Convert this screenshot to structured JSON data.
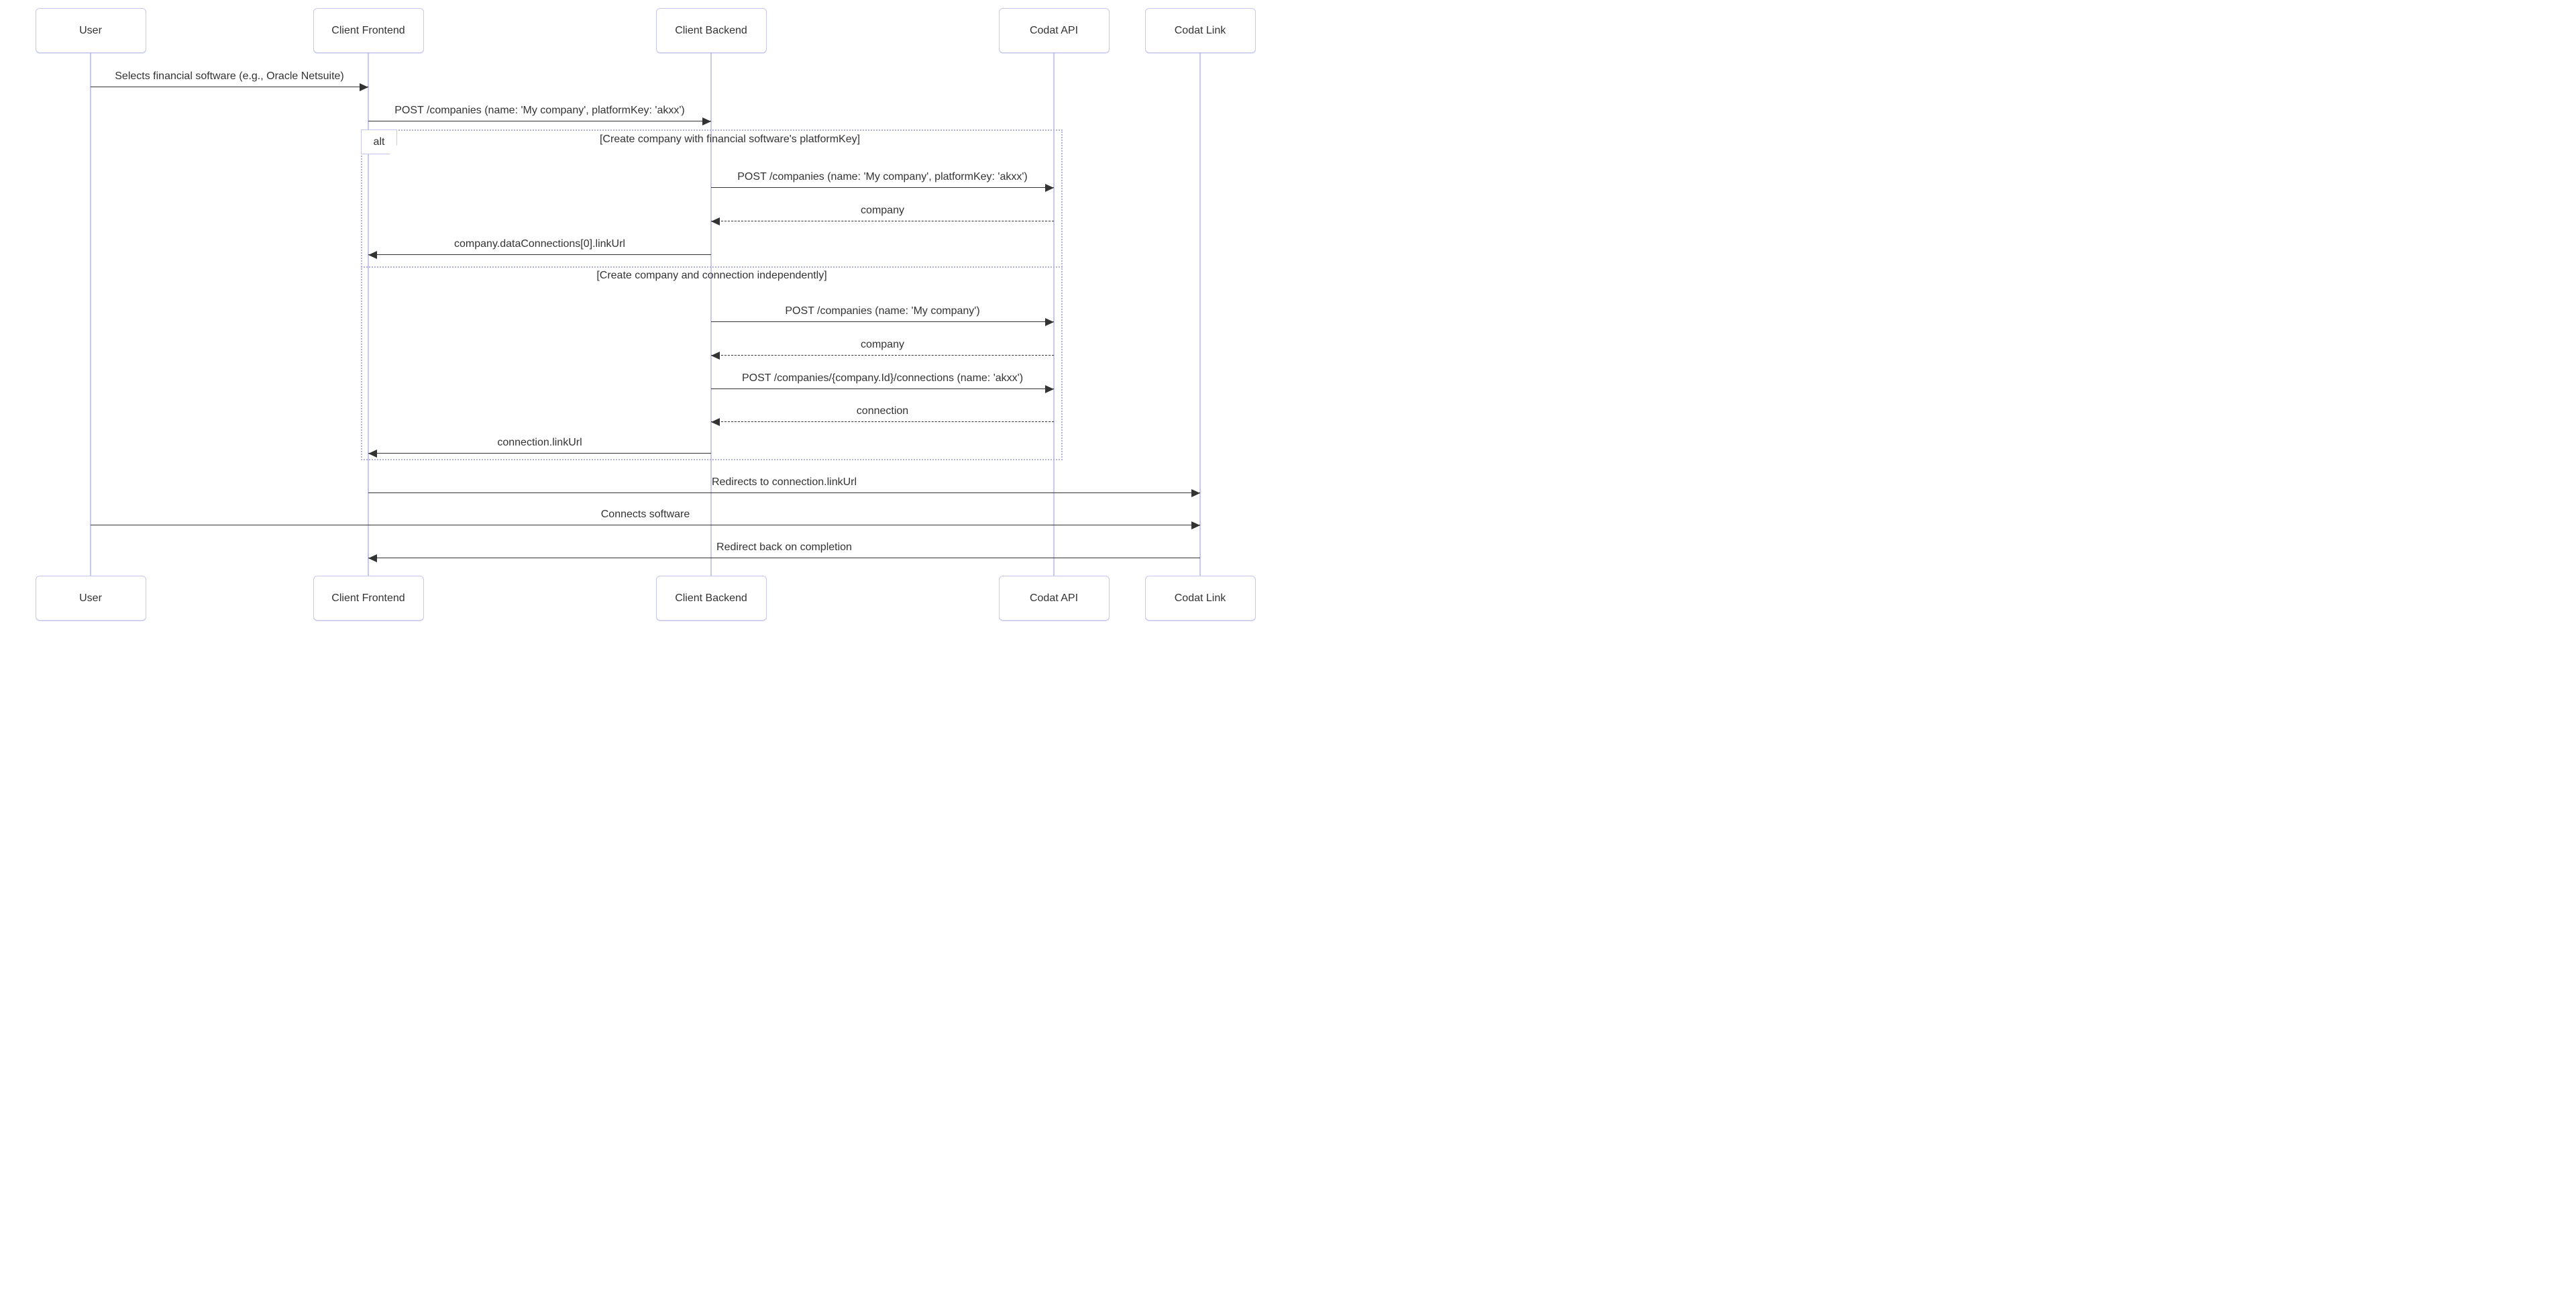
{
  "diagram": {
    "type": "sequence-diagram",
    "actors": [
      {
        "label": "User"
      },
      {
        "label": "Client Frontend"
      },
      {
        "label": "Client Backend"
      },
      {
        "label": "Codat API"
      },
      {
        "label": "Codat Link"
      }
    ],
    "messages": [
      {
        "from": "User",
        "to": "Client Frontend",
        "text": "Selects financial software (e.g., Oracle Netsuite)",
        "line": "solid"
      },
      {
        "from": "Client Frontend",
        "to": "Client Backend",
        "text": "POST /companies (name: 'My company', platformKey: 'akxx')",
        "line": "solid"
      },
      {
        "from": "Client Backend",
        "to": "Codat API",
        "text": "POST /companies (name: 'My company', platformKey: 'akxx')",
        "line": "solid"
      },
      {
        "from": "Codat API",
        "to": "Client Backend",
        "text": "company",
        "line": "dashed"
      },
      {
        "from": "Client Backend",
        "to": "Client Frontend",
        "text": "company.dataConnections[0].linkUrl",
        "line": "solid"
      },
      {
        "from": "Client Backend",
        "to": "Codat API",
        "text": "POST /companies (name: 'My company')",
        "line": "solid"
      },
      {
        "from": "Codat API",
        "to": "Client Backend",
        "text": "company",
        "line": "dashed"
      },
      {
        "from": "Client Backend",
        "to": "Codat API",
        "text": "POST /companies/{company.Id}/connections (name: 'akxx')",
        "line": "solid"
      },
      {
        "from": "Codat API",
        "to": "Client Backend",
        "text": "connection",
        "line": "dashed"
      },
      {
        "from": "Client Backend",
        "to": "Client Frontend",
        "text": "connection.linkUrl",
        "line": "solid"
      },
      {
        "from": "Client Frontend",
        "to": "Codat Link",
        "text": "Redirects to connection.linkUrl",
        "line": "solid"
      },
      {
        "from": "User",
        "to": "Codat Link",
        "text": "Connects software",
        "line": "solid"
      },
      {
        "from": "Codat Link",
        "to": "Client Frontend",
        "text": "Redirect back on completion",
        "line": "solid"
      }
    ],
    "alt_block": {
      "keyword": "alt",
      "branches": [
        {
          "condition": "[Create company with financial software's platformKey]"
        },
        {
          "condition": "[Create company and connection independently]"
        }
      ]
    },
    "colors": {
      "actor_fill": "#ffffff",
      "actor_border": "#c8c8ec",
      "lifeline": "#c8c8e8",
      "frame_border": "#b4b4d9",
      "arrow": "#333333",
      "text": "#333333",
      "background": "#ffffff"
    }
  }
}
